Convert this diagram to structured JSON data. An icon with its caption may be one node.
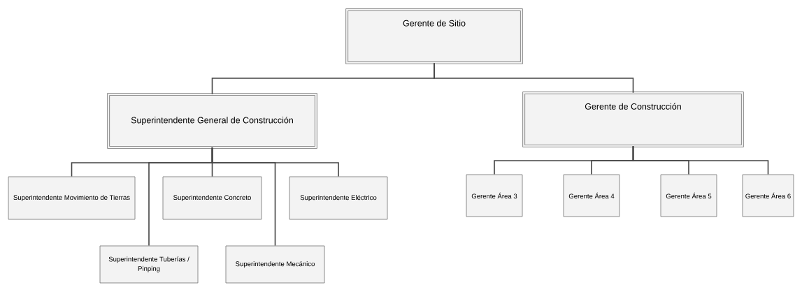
{
  "diagram": {
    "nodes": [
      {
        "text": [
          "Gerente de Sitio"
        ]
      },
      {
        "text": [
          "Superintendente General de Construcción"
        ]
      },
      {
        "text": [
          "Gerente de Construcción"
        ]
      },
      {
        "text": [
          "Superintendente Movimiento de Tierras"
        ]
      },
      {
        "text": [
          "Superintendente Tuberías / Pinping"
        ]
      },
      {
        "text": [
          "Superintendente Concreto"
        ]
      },
      {
        "text": [
          "Superintendente Mecánico"
        ]
      },
      {
        "text": [
          "Superintendente Eléctrico"
        ]
      },
      {
        "text": [
          "Gerente Área 3"
        ]
      },
      {
        "text": [
          "Gerente Área 4"
        ]
      },
      {
        "text": [
          "Gerente Área 5"
        ]
      },
      {
        "text": [
          "Gerente Área 6"
        ]
      }
    ],
    "edges": [
      {
        "from": 0,
        "to": 1,
        "arrow": "none"
      },
      {
        "from": 0,
        "to": 2,
        "arrow": "none"
      },
      {
        "from": 1,
        "to": 3,
        "arrow": "none"
      },
      {
        "from": 1,
        "to": 4,
        "arrow": "none"
      },
      {
        "from": 1,
        "to": 5,
        "arrow": "none"
      },
      {
        "from": 1,
        "to": 6,
        "arrow": "none"
      },
      {
        "from": 1,
        "to": 7,
        "arrow": "none"
      },
      {
        "from": 2,
        "to": 8,
        "arrow": "none"
      },
      {
        "from": 2,
        "to": 9,
        "arrow": "none"
      },
      {
        "from": 2,
        "to": 10,
        "arrow": "none"
      },
      {
        "from": 2,
        "to": 11,
        "arrow": "none"
      }
    ]
  }
}
